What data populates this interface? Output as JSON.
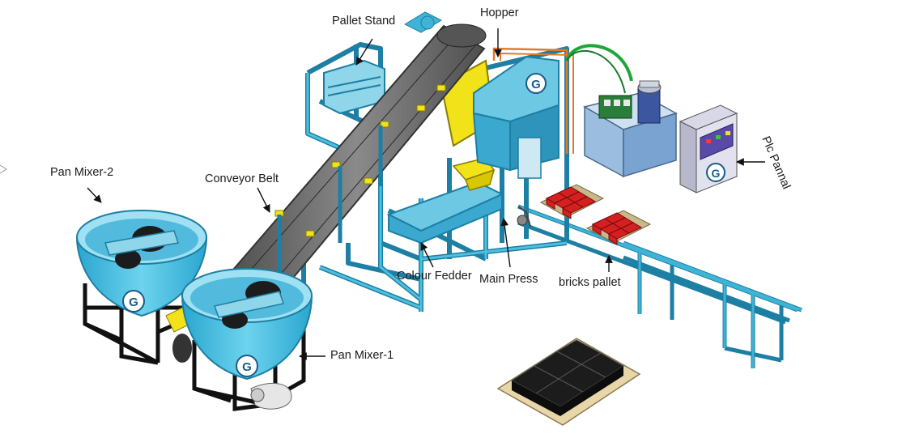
{
  "labels": {
    "pallet_stand": "Pallet Stand",
    "hopper": "Hopper",
    "pan_mixer_2": "Pan Mixer-2",
    "conveyor_belt": "Conveyor Belt",
    "plc_pannal": "Plc Pannal",
    "colour_fedder": "Colour Fedder",
    "main_press": "Main Press",
    "bricks_pallet": "bricks pallet",
    "pan_mixer_1": "Pan Mixer-1"
  },
  "logo_letter": "G",
  "colors": {
    "frame": "#3fb4d6",
    "frame_dark": "#1d7fa3",
    "yellow": "#f2e21a",
    "belt": "#6a6a6a",
    "brick_red": "#d42020",
    "hydraulic_blue": "#a9c6e6",
    "plc_purple": "#5a4aa8",
    "black_block": "#1c1c1c",
    "hose_green": "#1fa63a"
  }
}
